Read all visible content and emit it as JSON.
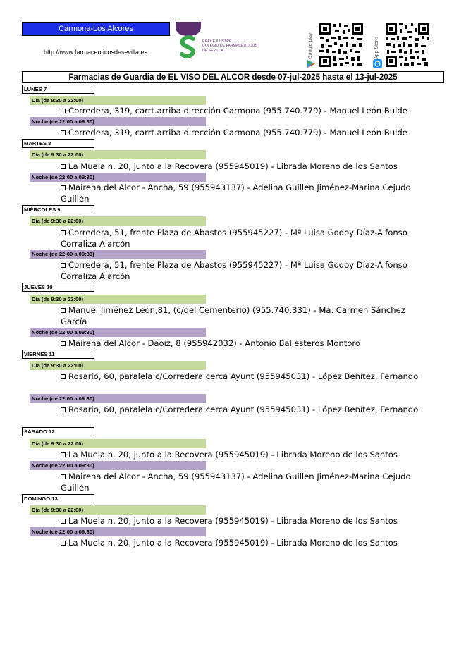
{
  "header": {
    "zone": "Carmona-Los Alcores",
    "url": "http://www.farmaceuticosdesevilla.es",
    "logo_text": [
      "REAL E ILUSTRE",
      "COLEGIO DE FARMACÉUTICOS",
      "DE SEVILLA"
    ],
    "google_play": "Google play",
    "app_store": "App Store"
  },
  "title": "Farmacias de Guardia de EL VISO DEL ALCOR desde 07-jul-2025 hasta el 13-jul-2025",
  "days": [
    {
      "label": "LUNES 7",
      "day_shift": "Día (de 9:30 a 22:00)",
      "day_pharmacy": "Corredera, 319, carrt.arriba dirección Carmona (955.740.779) - Manuel León Buide",
      "night_shift": "Noche (de 22:00 a 09:30)",
      "night_pharmacy": "Corredera, 319, carrt.arriba dirección Carmona (955.740.779) - Manuel León Buide"
    },
    {
      "label": "MARTES 8",
      "day_shift": "Día (de 9:30 a 22:00)",
      "day_pharmacy": "La Muela n. 20, junto a la Recovera (955945019) - Librada Moreno de los Santos",
      "night_shift": "Noche (de 22:00 a 09:30)",
      "night_pharmacy": "Mairena del Alcor - Ancha, 59 (955943137) - Adelina Guillén Jiménez-Marina Cejudo Guillén"
    },
    {
      "label": "MIÉRCOLES 9",
      "day_shift": "Día (de 9:30 a 22:00)",
      "day_pharmacy": "Corredera, 51, frente Plaza de Abastos (955945227) - Mª Luisa Godoy Díaz-Alfonso Corraliza Alarcón",
      "night_shift": "Noche (de 22:00 a 09:30)",
      "night_pharmacy": "Corredera, 51, frente Plaza de Abastos (955945227) - Mª Luisa Godoy Díaz-Alfonso Corraliza Alarcón"
    },
    {
      "label": "JUEVES 10",
      "day_shift": "Día (de 9:30 a 22:00)",
      "day_pharmacy": "Manuel Jiménez Leon,81, (c/del Cementerio) (955.740.331) - Ma. Carmen Sánchez García",
      "night_shift": "Noche (de 22:00 a 09:30)",
      "night_pharmacy": "Mairena del Alcor - Daoiz, 8 (955942032) - Antonio Ballesteros Montoro"
    },
    {
      "label": "VIERNES 11",
      "day_shift": "Día (de 9:30 a 22:00)",
      "day_pharmacy": "Rosario, 60, paralela c/Corredera cerca Ayunt (955945031) - López Benítez, Fernando",
      "night_shift": "Noche (de 22:00 a 09:30)",
      "night_pharmacy": "Rosario, 60, paralela c/Corredera cerca Ayunt (955945031) - López Benítez, Fernando"
    },
    {
      "label": "SÁBADO 12",
      "day_shift": "Día (de 9:30 a 22:00)",
      "day_pharmacy": "La Muela n. 20, junto a la Recovera (955945019) - Librada Moreno de los Santos",
      "night_shift": "Noche (de 22:00 a 09:30)",
      "night_pharmacy": "Mairena del Alcor - Ancha, 59 (955943137) - Adelina Guillén Jiménez-Marina Cejudo Guillén"
    },
    {
      "label": "DOMINGO 13",
      "day_shift": "Día (de 9:30 a 22:00)",
      "day_pharmacy": "La Muela n. 20, junto a la Recovera (955945019) - Librada Moreno de los Santos",
      "night_shift": "Noche (de 22:00 a 09:30)",
      "night_pharmacy": "La Muela n. 20, junto a la Recovera (955945019) - Librada Moreno de los Santos"
    }
  ]
}
